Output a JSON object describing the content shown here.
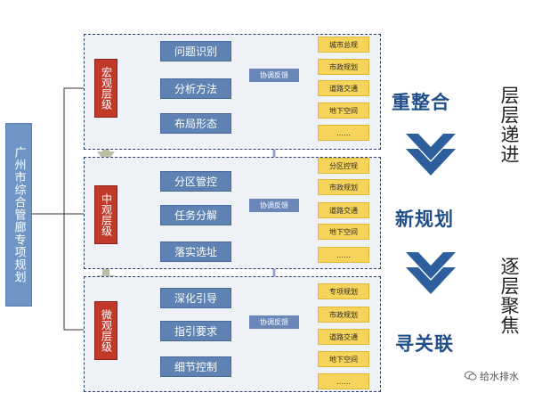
{
  "root": {
    "label": "广州市综合管廊专项规划"
  },
  "levels": [
    {
      "label": "宏观层级",
      "mids": [
        "问题识别",
        "分析方法",
        "布局形态"
      ],
      "feedback": "协调反馈",
      "items": [
        "城市总规",
        "市政规划",
        "道路交通",
        "地下空间",
        "……"
      ]
    },
    {
      "label": "中观层级",
      "mids": [
        "分区管控",
        "任务分解",
        "落实选址"
      ],
      "feedback": "协调反馈",
      "items": [
        "分区控规",
        "市政规划",
        "道路交通",
        "地下空间",
        "……"
      ]
    },
    {
      "label": "微观层级",
      "mids": [
        "深化引导",
        "指引要求",
        "细节控制"
      ],
      "feedback": "协调反馈",
      "items": [
        "专项规划",
        "市政规划",
        "道路交通",
        "地下空间",
        "……"
      ]
    }
  ],
  "center_words": [
    "重整合",
    "新规划",
    "寻关联"
  ],
  "side_words": [
    "层层递进",
    "逐层聚焦"
  ],
  "watermark": "给水排水",
  "colors": {
    "level_red": "#c0392b",
    "mid_blue": "#5e82b1",
    "item_yellow": "#f6d35a",
    "headline_blue": "#1f4e8a",
    "chevron_blue": "#2d5f9e"
  }
}
